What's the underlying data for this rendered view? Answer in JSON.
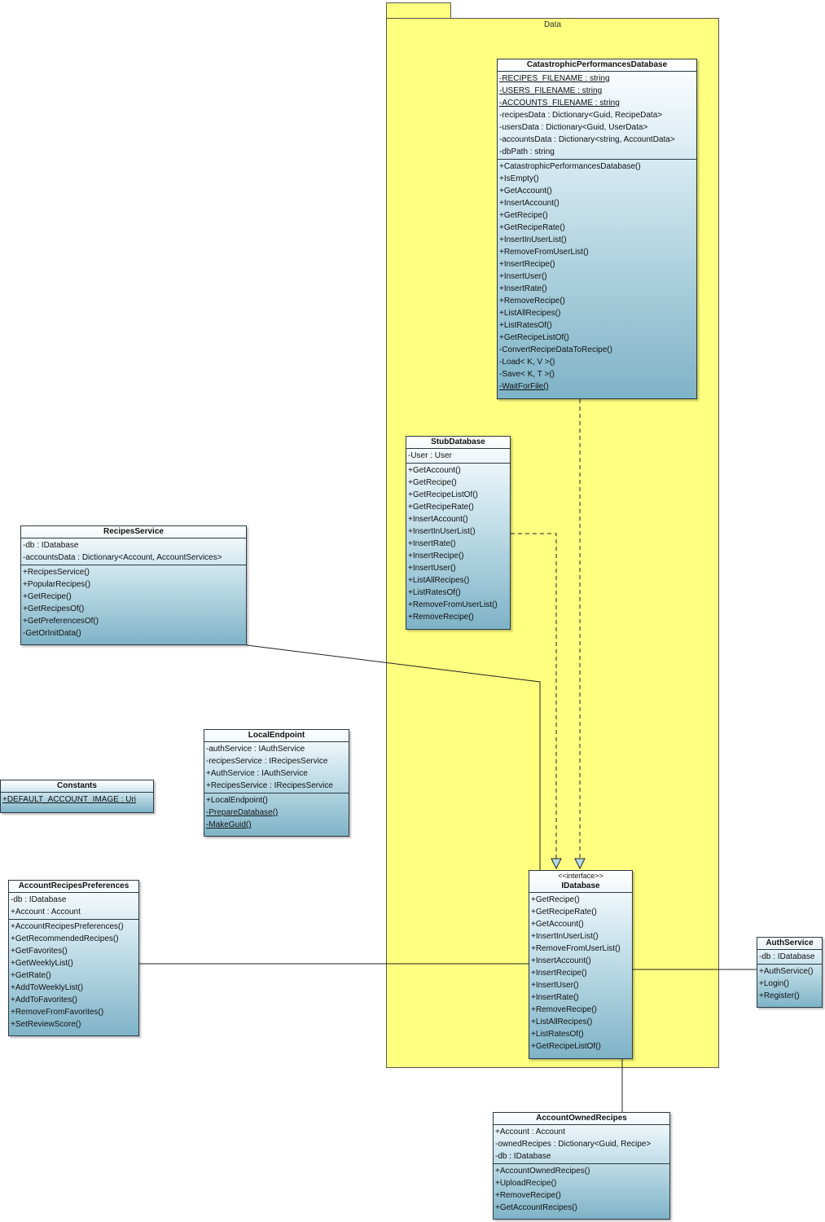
{
  "package": {
    "name": "Data"
  },
  "classes": {
    "catastrophic": {
      "name": "CatastrophicPerformancesDatabase",
      "attributes": [
        "-RECIPES_FILENAME : string",
        "-USERS_FILENAME : string",
        "-ACCOUNTS_FILENAME : string",
        "-recipesData : Dictionary<Guid, RecipeData>",
        "-usersData : Dictionary<Guid, UserData>",
        "-accountsData : Dictionary<string, AccountData>",
        "-dbPath : string"
      ],
      "operations": [
        "+CatastrophicPerformancesDatabase()",
        "+IsEmpty()",
        "+GetAccount()",
        "+InsertAccount()",
        "+GetRecipe()",
        "+GetRecipeRate()",
        "+InsertInUserList()",
        "+RemoveFromUserList()",
        "+InsertRecipe()",
        "+InsertUser()",
        "+InsertRate()",
        "+RemoveRecipe()",
        "+ListAllRecipes()",
        "+ListRatesOf()",
        "+GetRecipeListOf()",
        "-ConvertRecipeDataToRecipe()",
        "-Load< K, V >()",
        "-Save< K, T >()",
        "-WaitForFile()"
      ]
    },
    "stub": {
      "name": "StubDatabase",
      "attributes": [
        "-User : User"
      ],
      "operations": [
        "+GetAccount()",
        "+GetRecipe()",
        "+GetRecipeListOf()",
        "+GetRecipeRate()",
        "+InsertAccount()",
        "+InsertInUserList()",
        "+InsertRate()",
        "+InsertRecipe()",
        "+InsertUser()",
        "+ListAllRecipes()",
        "+ListRatesOf()",
        "+RemoveFromUserList()",
        "+RemoveRecipe()"
      ]
    },
    "recipes_service": {
      "name": "RecipesService",
      "attributes": [
        "-db : IDatabase",
        "-accountsData : Dictionary<Account, AccountServices>"
      ],
      "operations": [
        "+RecipesService()",
        "+PopularRecipes()",
        "+GetRecipe()",
        "+GetRecipesOf()",
        "+GetPreferencesOf()",
        "-GetOrInitData()"
      ]
    },
    "local_endpoint": {
      "name": "LocalEndpoint",
      "attributes": [
        "-authService : IAuthService",
        "-recipesService : IRecipesService",
        "+AuthService : IAuthService",
        "+RecipesService : IRecipesService"
      ],
      "operations": [
        "+LocalEndpoint()",
        "-PrepareDatabase()",
        "-MakeGuid()"
      ]
    },
    "constants": {
      "name": "Constants",
      "attributes": [
        "+DEFAULT_ACCOUNT_IMAGE : Uri"
      ]
    },
    "account_prefs": {
      "name": "AccountRecipesPreferences",
      "attributes": [
        "-db : IDatabase",
        "+Account : Account"
      ],
      "operations": [
        "+AccountRecipesPreferences()",
        "+GetRecommendedRecipes()",
        "+GetFavorites()",
        "+GetWeeklyList()",
        "+GetRate()",
        "+AddToWeeklyList()",
        "+AddToFavorites()",
        "+RemoveFromFavorites()",
        "+SetReviewScore()"
      ]
    },
    "idatabase": {
      "stereotype": "<<interface>>",
      "name": "IDatabase",
      "operations": [
        "+GetRecipe()",
        "+GetRecipeRate()",
        "+GetAccount()",
        "+InsertInUserList()",
        "+RemoveFromUserList()",
        "+InsertAccount()",
        "+InsertRecipe()",
        "+InsertUser()",
        "+InsertRate()",
        "+RemoveRecipe()",
        "+ListAllRecipes()",
        "+ListRatesOf()",
        "+GetRecipeListOf()"
      ]
    },
    "auth_service": {
      "name": "AuthService",
      "attributes": [
        "-db : IDatabase"
      ],
      "operations": [
        "+AuthService()",
        "+Login()",
        "+Register()"
      ]
    },
    "account_owned": {
      "name": "AccountOwnedRecipes",
      "attributes": [
        "+Account : Account",
        "-ownedRecipes : Dictionary<Guid, Recipe>",
        "-db : IDatabase"
      ],
      "operations": [
        "+AccountOwnedRecipes()",
        "+UploadRecipe()",
        "+RemoveRecipe()",
        "+GetAccountRecipes()"
      ]
    }
  }
}
